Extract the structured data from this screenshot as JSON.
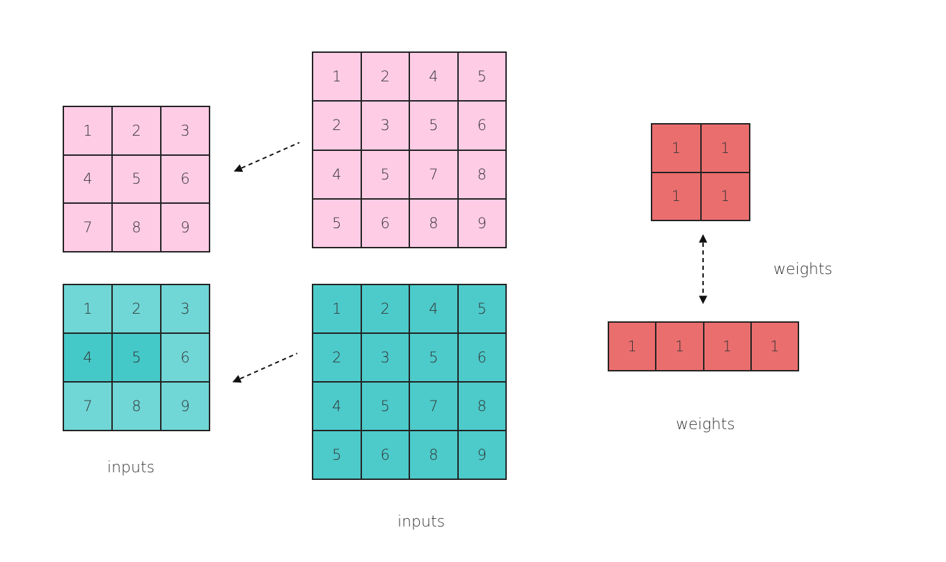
{
  "colors": {
    "pink": "#ffcce6",
    "teal_light": "#70d6d6",
    "teal_dark": "#45c8c8",
    "teal_mid": "#4dcaca",
    "red": "#eb6e6e",
    "border": "#222222",
    "text": "#333333"
  },
  "grids": {
    "pink_input": {
      "rows": [
        [
          "1",
          "2",
          "3"
        ],
        [
          "4",
          "5",
          "6"
        ],
        [
          "7",
          "8",
          "9"
        ]
      ]
    },
    "pink_unfolded": {
      "rows": [
        [
          "1",
          "2",
          "4",
          "5"
        ],
        [
          "2",
          "3",
          "5",
          "6"
        ],
        [
          "4",
          "5",
          "7",
          "8"
        ],
        [
          "5",
          "6",
          "8",
          "9"
        ]
      ]
    },
    "teal_input": {
      "rows": [
        [
          "1",
          "2",
          "3"
        ],
        [
          "4",
          "5",
          "6"
        ],
        [
          "7",
          "8",
          "9"
        ]
      ],
      "highlighted": [
        [
          1,
          0
        ],
        [
          1,
          1
        ]
      ]
    },
    "teal_unfolded": {
      "rows": [
        [
          "1",
          "2",
          "4",
          "5"
        ],
        [
          "2",
          "3",
          "5",
          "6"
        ],
        [
          "4",
          "5",
          "7",
          "8"
        ],
        [
          "5",
          "6",
          "8",
          "9"
        ]
      ]
    },
    "weights_square": {
      "rows": [
        [
          "1",
          "1"
        ],
        [
          "1",
          "1"
        ]
      ]
    },
    "weights_row": {
      "rows": [
        [
          "1",
          "1",
          "1",
          "1"
        ]
      ]
    }
  },
  "labels": {
    "inputs_left": "inputs",
    "inputs_center": "inputs",
    "weights_upper": "weights",
    "weights_lower": "weights"
  }
}
